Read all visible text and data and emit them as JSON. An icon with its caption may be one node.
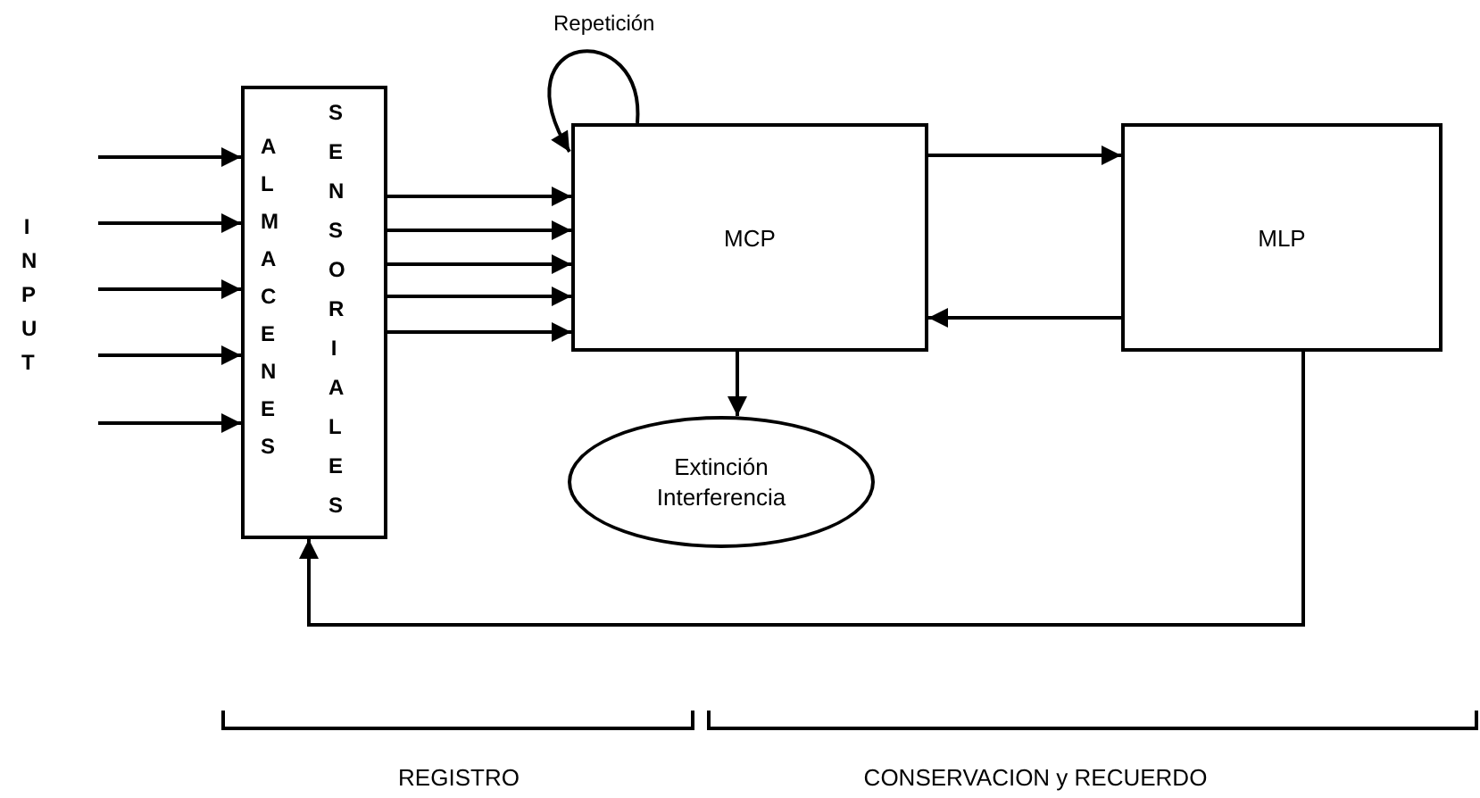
{
  "diagram": {
    "nodes": [
      {
        "text": [
          "ALMACENES",
          "SENSORIALES"
        ]
      },
      {
        "text": [
          "MCP"
        ]
      },
      {
        "text": [
          "MLP"
        ]
      },
      {
        "text": [
          "Extinción Interferencia"
        ]
      }
    ],
    "edges": [
      {
        "from": null,
        "to": 0,
        "arrow": "to"
      },
      {
        "from": null,
        "to": 0,
        "arrow": "to"
      },
      {
        "from": null,
        "to": 0,
        "arrow": "to"
      },
      {
        "from": null,
        "to": 0,
        "arrow": "to"
      },
      {
        "from": null,
        "to": 0,
        "arrow": "to"
      },
      {
        "from": 0,
        "to": 1,
        "arrow": "to"
      },
      {
        "from": 0,
        "to": 1,
        "arrow": "to"
      },
      {
        "from": 0,
        "to": 1,
        "arrow": "to"
      },
      {
        "from": 0,
        "to": 1,
        "arrow": "to"
      },
      {
        "from": 0,
        "to": 1,
        "arrow": "to"
      },
      {
        "from": 1,
        "to": 1,
        "arrow": "to",
        "label": "Repetición"
      },
      {
        "from": 1,
        "to": 2,
        "arrow": "to"
      },
      {
        "from": 2,
        "to": 1,
        "arrow": "to"
      },
      {
        "from": 1,
        "to": 3,
        "arrow": "to"
      },
      {
        "from": 2,
        "to": 0,
        "arrow": "to"
      }
    ],
    "labels": [
      "INPUT",
      "REGISTRO",
      "CONSERVACION y RECUERDO"
    ]
  }
}
